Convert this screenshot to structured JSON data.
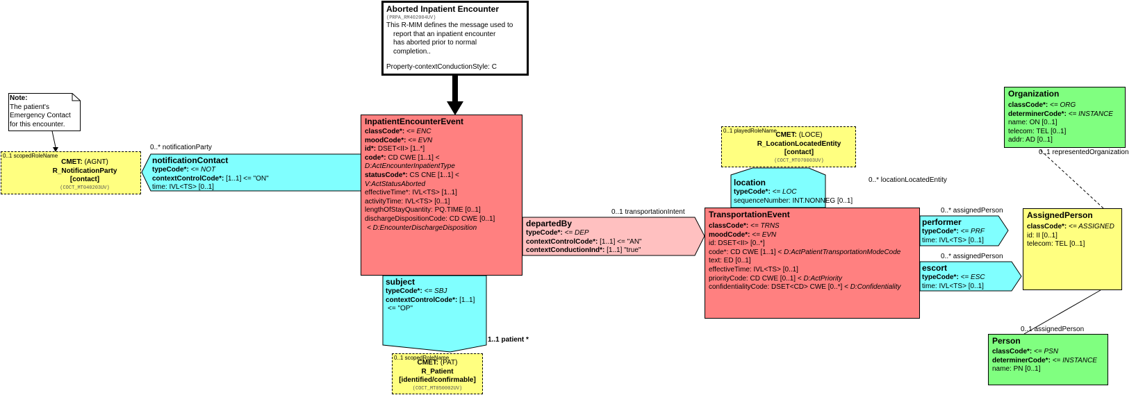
{
  "header": {
    "title": "Aborted Inpatient Encounter",
    "id": "(PRPA_RM402004UV)",
    "description": [
      "This R-MIM defines the message used to",
      "report that an inpatient encounter",
      "has aborted prior to normal",
      "completion.."
    ],
    "property": "Property-contextConductionStyle: C"
  },
  "note": {
    "heading": "Note:",
    "lines": [
      "The patient's",
      "Emergency Contact",
      "for this encounter."
    ]
  },
  "inpatient": {
    "title": "InpatientEncounterEvent",
    "classCode_n": "classCode*:",
    "classCode_v": "<= ENC",
    "moodCode_n": "moodCode*:",
    "moodCode_v": "<= EVN",
    "id_n": "id*:",
    "id_v": "DSET<II> [1..*]",
    "code_n": "code*:",
    "code_v": "CD CWE [1..1] <",
    "code_v2": "D:ActEncounterInpatientType",
    "status_n": "statusCode*:",
    "status_v": "CS CNE [1..1] <",
    "status_v2": "V:ActStatusAborted",
    "effective": "effectiveTime*: IVL<TS> [1..1]",
    "activity": "activityTime: IVL<TS> [0..1]",
    "los": "lengthOfStayQuantity: PQ.TIME [0..1]",
    "discharge": "dischargeDispositionCode: CD CWE [0..1]",
    "discharge2": "< D:EncounterDischargeDisposition"
  },
  "notification": {
    "title": "notificationContact",
    "typeCode_n": "typeCode*:",
    "typeCode_v": "<= NOT",
    "ccc_n": "contextControlCode*:",
    "ccc_v": "[1..1] <= \"ON\"",
    "time": "time: IVL<TS> [0..1]",
    "assoc": "0..* notificationParty"
  },
  "agnt": {
    "role": "0..1 scopedRoleName",
    "cmet_n": "CMET:",
    "cmet_v": "(AGNT)",
    "name": "R_NotificationParty",
    "flavor": "[contact]",
    "id": "(COCT_MT040203UV)"
  },
  "subject": {
    "title": "subject",
    "typeCode_n": "typeCode*:",
    "typeCode_v": "<= SBJ",
    "ccc_n": "contextControlCode*:",
    "ccc_v": "[1..1]",
    "ccc_v2": "<= \"OP\"",
    "assoc": "1..1 patient  *"
  },
  "patient": {
    "role": "0..1 scopedRoleName",
    "cmet_n": "CMET:",
    "cmet_v": "(PAT)",
    "name": "R_Patient",
    "flavor": "[identified/confirmable]",
    "id": "(COCT_MT050002UV)"
  },
  "departed": {
    "title": "departedBy",
    "typeCode_n": "typeCode*:",
    "typeCode_v": "<= DEP",
    "ccc_n": "contextControlCode*:",
    "ccc_v": "[1..1] <= \"AN\"",
    "cci_n": "contextConductionInd*:",
    "cci_v": "[1..1] \"true\"",
    "assoc": "0..1 transportationIntent"
  },
  "transport": {
    "title": "TransportationEvent",
    "classCode_n": "classCode*:",
    "classCode_v": "<= TRNS",
    "moodCode_n": "moodCode*:",
    "moodCode_v": "<= EVN",
    "id": "id: DSET<II> [0..*]",
    "code": "code*: CD CWE [1..1] <",
    "code2": "D:ActPatientTransportationModeCode",
    "text": "text: ED [0..1]",
    "effective": "effectiveTime: IVL<TS> [0..1]",
    "priority": "priorityCode: CD CWE [0..1] <",
    "priority2": "D:ActPriority",
    "conf": "confidentialityCode: DSET<CD> CWE [0..*] <",
    "conf2": "D:Confidentiality"
  },
  "location": {
    "title": "location",
    "typeCode_n": "typeCode*:",
    "typeCode_v": "<= LOC",
    "seq": "sequenceNumber: INT.NONNEG [0..1]",
    "assoc": "0..* locationLocatedEntity"
  },
  "loce": {
    "role": "0..1 playedRoleName",
    "cmet_n": "CMET:",
    "cmet_v": "(LOCE)",
    "name": "R_LocationLocatedEntity",
    "flavor": "[contact]",
    "id": "(COCT_MT070003UV)"
  },
  "performer": {
    "title": "performer",
    "typeCode_n": "typeCode*:",
    "typeCode_v": "<= PRF",
    "time": "time: IVL<TS> [0..1]",
    "assoc": "0..* assignedPerson"
  },
  "escort": {
    "title": "escort",
    "typeCode_n": "typeCode*:",
    "typeCode_v": "<= ESC",
    "time": "time: IVL<TS> [0..1]",
    "assoc": "0..* assignedPerson"
  },
  "assigned": {
    "title": "AssignedPerson",
    "classCode_n": "classCode*:",
    "classCode_v": "<= ASSIGNED",
    "id": "id: II [0..1]",
    "telecom": "telecom: TEL [0..1]"
  },
  "organization": {
    "title": "Organization",
    "classCode_n": "classCode*:",
    "classCode_v": "<= ORG",
    "det_n": "determinerCode*:",
    "det_v": "<= INSTANCE",
    "name": "name: ON [0..1]",
    "telecom": "telecom: TEL [0..1]",
    "addr": "addr: AD [0..1]",
    "assoc": "0..1 representedOrganization"
  },
  "person": {
    "title": "Person",
    "classCode_n": "classCode*:",
    "classCode_v": "<= PSN",
    "det_n": "determinerCode*:",
    "det_v": "<= INSTANCE",
    "name": "name: PN [0..1]",
    "assoc": "0..1 assignedPerson"
  },
  "colors": {
    "act": "#ff8080",
    "role": "#ffff80",
    "entity": "#80ff80",
    "participation": "#80ffff",
    "actRelationship": "#ffc0c0"
  }
}
